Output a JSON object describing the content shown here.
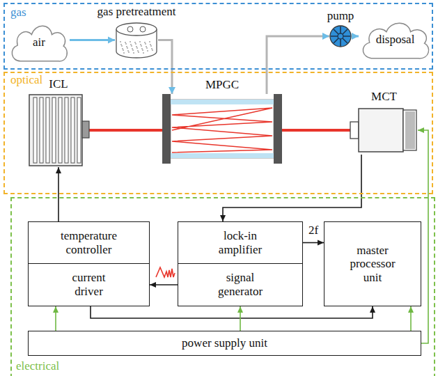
{
  "diagram": {
    "nodes": [
      {
        "text": [
          "gas"
        ]
      },
      {
        "text": [
          "air"
        ],
        "in": 0
      },
      {
        "text": [
          "gas pretreatment"
        ],
        "in": 0
      },
      {
        "text": [
          "pump"
        ],
        "in": 0
      },
      {
        "text": [
          "disposal"
        ],
        "in": 0
      },
      {
        "text": [
          "optical"
        ]
      },
      {
        "text": [
          "ICL"
        ],
        "in": 5
      },
      {
        "text": [
          "MPGC"
        ],
        "in": 5
      },
      {
        "text": [
          "MCT"
        ],
        "in": 5
      },
      {
        "text": [
          "electrical"
        ]
      },
      {
        "text": [
          "temperature controller"
        ],
        "in": 9
      },
      {
        "text": [
          "current driver"
        ],
        "in": 9
      },
      {
        "text": [
          "lock-in amplifier"
        ],
        "in": 9
      },
      {
        "text": [
          "signal generator"
        ],
        "in": 9
      },
      {
        "text": [
          "master processor unit"
        ],
        "in": 9
      },
      {
        "text": [
          "power supply unit"
        ],
        "in": 9
      }
    ],
    "edges": [
      {
        "from": 1,
        "to": 2,
        "arrow": "to"
      },
      {
        "from": 2,
        "to": 7,
        "arrow": "to"
      },
      {
        "from": 7,
        "to": 3,
        "arrow": "to"
      },
      {
        "from": 3,
        "to": 4,
        "arrow": "to"
      },
      {
        "from": 6,
        "to": 7,
        "arrow": "none"
      },
      {
        "from": 7,
        "to": 8,
        "arrow": "none"
      },
      {
        "from": 10,
        "to": 6,
        "arrow": "to"
      },
      {
        "from": 8,
        "to": 12,
        "arrow": "to"
      },
      {
        "from": 12,
        "to": 14,
        "label": "2f",
        "arrow": "to"
      },
      {
        "from": 13,
        "to": 11,
        "arrow": "to"
      },
      {
        "from": 11,
        "to": 14,
        "arrow": "to"
      },
      {
        "from": 15,
        "to": 11,
        "arrow": "to"
      },
      {
        "from": 15,
        "to": 13,
        "arrow": "to"
      },
      {
        "from": 15,
        "to": 14,
        "arrow": "to"
      },
      {
        "from": 15,
        "to": 8,
        "arrow": "to"
      }
    ]
  }
}
